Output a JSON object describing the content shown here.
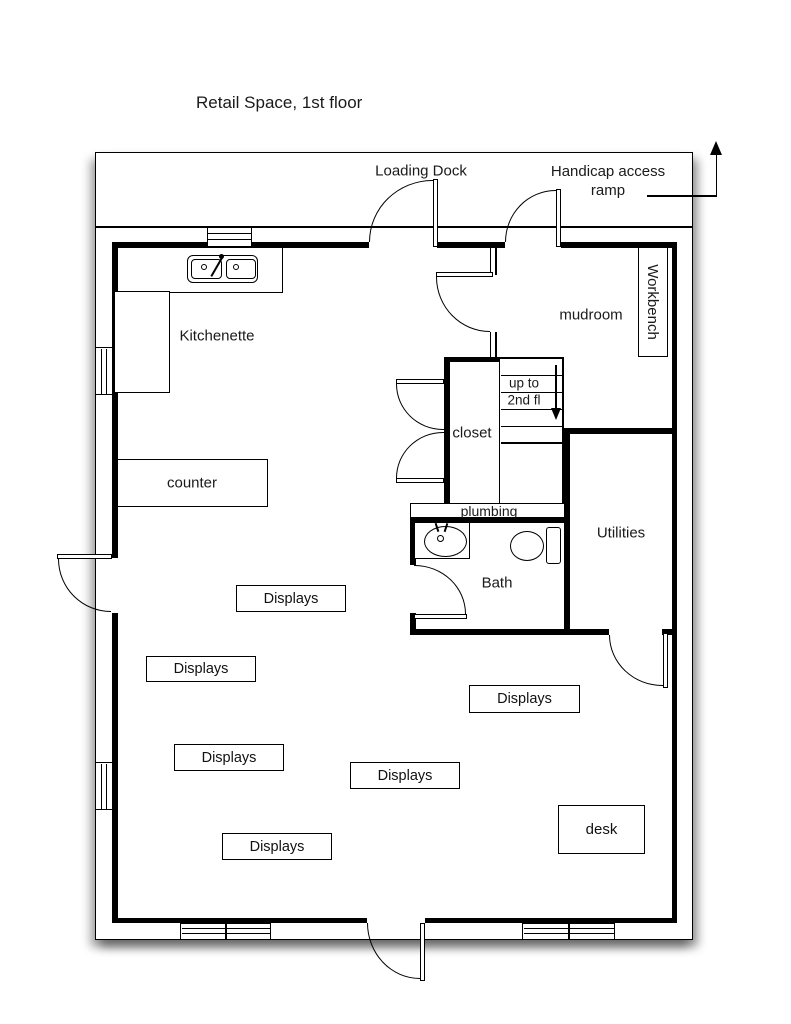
{
  "title": "Retail Space, 1st floor",
  "annotations": {
    "loading_dock": "Loading Dock",
    "handicap_line1": "Handicap access",
    "handicap_line2": "ramp"
  },
  "rooms": {
    "kitchenette": "Kitchenette",
    "mudroom": "mudroom",
    "closet": "closet",
    "bath": "Bath",
    "utilities": "Utilities"
  },
  "stairs": {
    "line1": "up to",
    "line2": "2nd fl"
  },
  "fixtures": {
    "workbench": "Workbench",
    "counter": "counter",
    "plumbing": "plumbing",
    "displays": "Displays",
    "desk": "desk"
  },
  "colors": {
    "ink": "#000000",
    "paper": "#ffffff"
  }
}
